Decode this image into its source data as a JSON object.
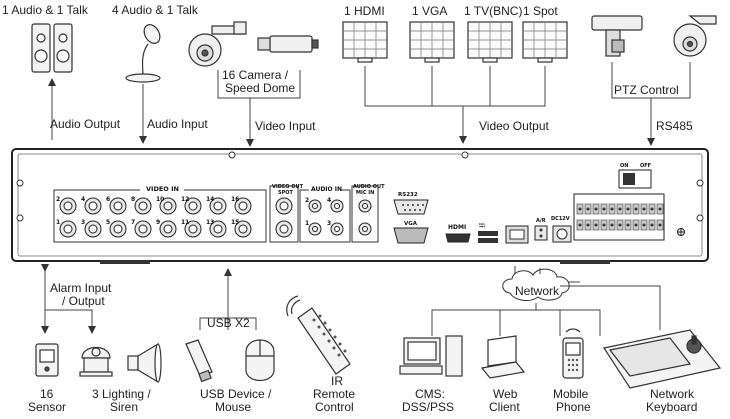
{
  "top_labels": {
    "audio_talk": "1 Audio  & 1 Talk",
    "audio4_talk": "4 Audio & 1 Talk",
    "camera": "16 Camera /",
    "speed_dome": "Speed Dome",
    "hdmi": "1 HDMI",
    "vga": "1 VGA",
    "tv_bnc": "1 TV(BNC)",
    "spot": "1 Spot"
  },
  "arrows": {
    "audio_output": "Audio  Output",
    "audio_input": "Audio  Input",
    "video_input": "Video Input",
    "video_output": "Video Output",
    "ptz_control": "PTZ Control",
    "rs485": "RS485"
  },
  "panel": {
    "video_in": "VIDEO IN",
    "video_out_spot": "VIDEO OUT",
    "spot": "SPOT",
    "audio_in": "AUDIO IN",
    "audio_out": "AUDIO OUT",
    "mic_in": "MIC IN",
    "rs232": "RS232",
    "vga": "VGA",
    "hdmi": "HDMI",
    "ar": "A/R",
    "dc12v": "DC12V",
    "on": "ON",
    "off": "OFF",
    "video_top_nums": [
      "2",
      "4",
      "6",
      "8",
      "10",
      "12",
      "14",
      "16"
    ],
    "video_bottom_nums": [
      "1",
      "3",
      "5",
      "7",
      "9",
      "11",
      "13",
      "15"
    ],
    "audio_top_nums": [
      "2",
      "4"
    ],
    "audio_bottom_nums": [
      "1",
      "3"
    ]
  },
  "bottom_labels": {
    "alarm_input": "Alarm Input",
    "output": "/ Output",
    "sensor_count": "16",
    "sensor": "Sensor",
    "lighting": "3 Lighting /",
    "siren": "Siren",
    "usb_x2": "USB X2",
    "usb_device": "USB Device /",
    "mouse": "Mouse",
    "ir": "IR",
    "remote": "Remote",
    "control": "Control",
    "network": "Network",
    "cms": "CMS:",
    "dss_pss": "DSS/PSS",
    "web": "Web",
    "client": "Client",
    "mobile": "Mobile",
    "phone": "Phone",
    "network2": "Network",
    "keyboard": "Keyboard"
  }
}
